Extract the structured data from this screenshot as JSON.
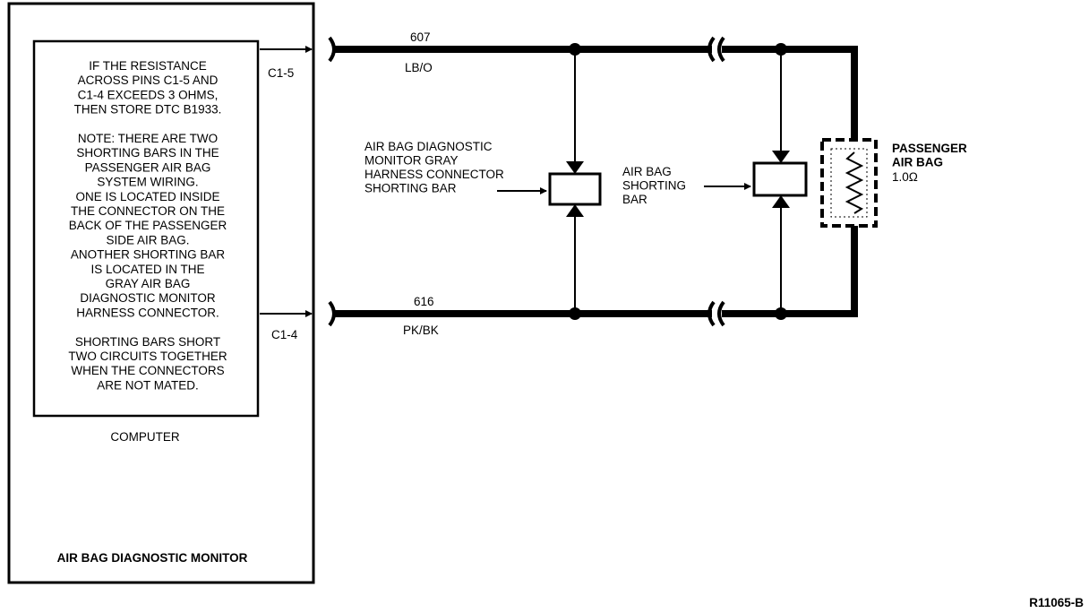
{
  "module": {
    "name": "AIR BAG DIAGNOSTIC MONITOR",
    "sub_label": "COMPUTER",
    "pins": {
      "top": "C1-5",
      "bottom": "C1-4"
    }
  },
  "note": {
    "lines": [
      "IF THE RESISTANCE",
      "ACROSS PINS C1-5 AND",
      "C1-4 EXCEEDS 3 OHMS,",
      "THEN STORE DTC B1933.",
      "",
      "NOTE: THERE ARE TWO",
      "SHORTING BARS IN THE",
      "PASSENGER AIR BAG",
      "SYSTEM WIRING.",
      "ONE IS LOCATED INSIDE",
      "THE CONNECTOR ON THE",
      "BACK OF THE PASSENGER",
      "SIDE AIR BAG.",
      "ANOTHER SHORTING BAR",
      "IS LOCATED IN THE",
      "GRAY AIR BAG",
      "DIAGNOSTIC MONITOR",
      "HARNESS CONNECTOR.",
      "",
      "SHORTING BARS SHORT",
      "TWO CIRCUITS TOGETHER",
      "WHEN THE CONNECTORS",
      "ARE NOT MATED."
    ]
  },
  "wires": {
    "top": {
      "circuit": "607",
      "color": "LB/O"
    },
    "bottom": {
      "circuit": "616",
      "color": "PK/BK"
    }
  },
  "shorting_bars": {
    "monitor_harness": {
      "label_lines": [
        "AIR BAG DIAGNOSTIC",
        "MONITOR GRAY",
        "HARNESS CONNECTOR",
        "SHORTING BAR"
      ]
    },
    "air_bag": {
      "label_lines": [
        "AIR BAG",
        "SHORTING",
        "BAR"
      ]
    }
  },
  "passenger_air_bag": {
    "label_lines": [
      "PASSENGER",
      "AIR BAG"
    ],
    "resistance": "1.0Ω"
  },
  "figure_id": "R11065-B"
}
